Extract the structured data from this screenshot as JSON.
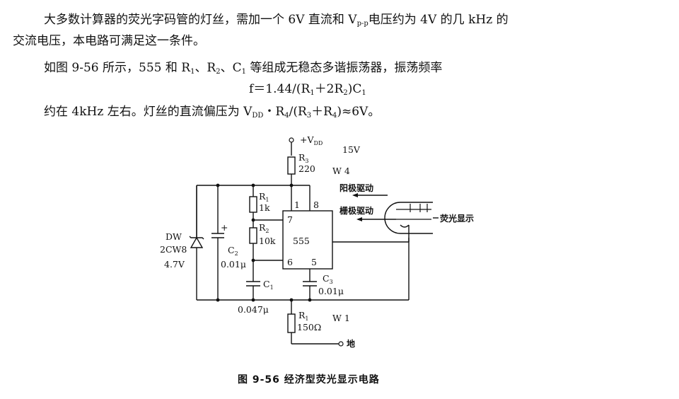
{
  "text": {
    "p1_a": "大多数计算器的荧光字码管的灯丝，需加一个 6V 直流和 V",
    "p1_sub": "p-p",
    "p1_b": "电压约为 4V 的几 kHz 的",
    "p1_line2": "交流电压，本电路可满足这一条件。",
    "p2_a": "如图 9-56 所示，555 和 R",
    "p2_s1": "1",
    "p2_b": "、R",
    "p2_s2": "2",
    "p2_c": "、C",
    "p2_s3": "1",
    "p2_d": " 等组成无稳态多谐振荡器，振荡频率",
    "f_a": "f＝1.44/(R",
    "f_s1": "1",
    "f_b": "＋2R",
    "f_s2": "2",
    "f_c": ")C",
    "f_s3": "1",
    "p3_a": "约在 4kHz 左右。灯丝的直流偏压为 V",
    "p3_s1": "DD",
    "p3_b": "・R",
    "p3_s2": "4",
    "p3_c": "/(R",
    "p3_s3": "3",
    "p3_d": "＋R",
    "p3_s4": "4",
    "p3_e": ")≈6V。"
  },
  "diagram": {
    "vdd_label": "+V",
    "vdd_sub": "DD",
    "vdd_value": "15V",
    "r3_name": "R",
    "r3_sub": "3",
    "r3_value": "220",
    "w4_label": "W 4",
    "anode_label": "阳极驱动",
    "grid_label": "栅极驱动",
    "vfd_label": "荧光显示",
    "r1_name": "R",
    "r1_sub": "1",
    "r1_value": "1k",
    "r2_name": "R",
    "r2_sub": "2",
    "r2_value": "10k",
    "ic_label": "555",
    "pin1": "1",
    "pin8": "8",
    "pin7": "7",
    "pin6": "6",
    "pin5": "5",
    "dw_name": "DW",
    "dw_part": "2CW8",
    "dw_voltage": "4.7V",
    "c2_name": "C",
    "c2_sub": "2",
    "c2_value": "0.01μ",
    "c1_name": "C",
    "c1_sub": "1",
    "c1_value": "0.047μ",
    "c3_name": "C",
    "c3_sub": "3",
    "c3_value": "0.01μ",
    "r4_name": "R",
    "r4_sub": "1",
    "r4_value": "150Ω",
    "w1_label": "W 1",
    "ground_label": "地",
    "plus_sign": "+"
  },
  "caption": "图 9-56   经济型荧光显示电路"
}
